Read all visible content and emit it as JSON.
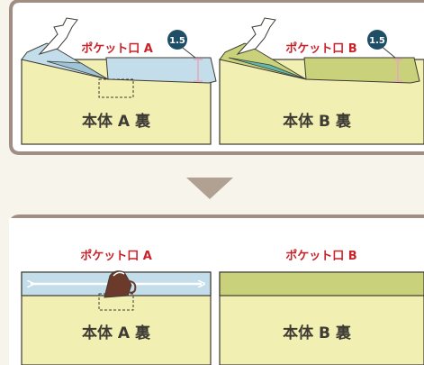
{
  "colors": {
    "background": "#f7f4ec",
    "panel_fill": "#ffffff",
    "panel_border": "#a08e84",
    "body_fill": "#f2efb2",
    "outline": "#3d3b34",
    "pocket_blue": "#c4ddea",
    "pocket_green": "#c9d27a",
    "pocket_label_red": "#c8232b",
    "badge_fill": "#1f4f66",
    "measure_pink": "#e6a6bd",
    "arrow_tan": "#b0a193"
  },
  "top_panel": {
    "left": {
      "pocket_label": "ポケット口 A",
      "body_label": "本体 A 裏",
      "badge": "1.5"
    },
    "right": {
      "pocket_label": "ポケット口 B",
      "body_label": "本体 B 裏",
      "badge": "1.5"
    }
  },
  "down_arrow": {
    "icon": "down-triangle-icon"
  },
  "bottom_panel": {
    "left": {
      "pocket_label": "ポケット口 A",
      "body_label": "本体 A 裏"
    },
    "right": {
      "pocket_label": "ポケット口 B",
      "body_label": "本体 B 裏"
    }
  },
  "icons": {
    "iron": "iron-icon",
    "press_arrow": "double-headed-arrow-icon",
    "pocket_opening_marker": "dashed-rectangle-icon"
  }
}
